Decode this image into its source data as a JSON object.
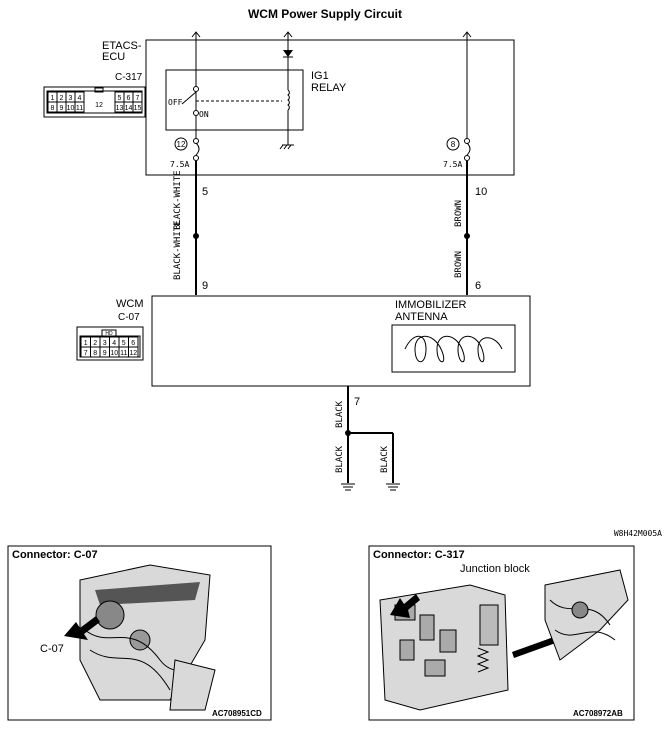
{
  "title": "WCM Power Supply Circuit",
  "etacs": {
    "name_line1": "ETACS-",
    "name_line2": "ECU",
    "connector": "C-317",
    "pins_row1": [
      "1",
      "2",
      "3",
      "4",
      "",
      "5",
      "6",
      "7"
    ],
    "pins_row2": [
      "8",
      "9",
      "10",
      "11",
      "12",
      "13",
      "14",
      "15"
    ]
  },
  "relay": {
    "line1": "IG1",
    "line2": "RELAY",
    "off": "OFF",
    "on": "ON"
  },
  "fuses": [
    {
      "no": "12",
      "rating": "7.5A"
    },
    {
      "no": "8",
      "rating": "7.5A"
    }
  ],
  "terminals": {
    "t5": "5",
    "t10": "10",
    "t9": "9",
    "t6": "6",
    "t7": "7"
  },
  "wires": {
    "left_upper": "BLACK-WHITE",
    "left_lower": "BLACK-WHITE",
    "right_upper": "BROWN",
    "right_lower": "BROWN",
    "black_upper": "BLACK",
    "black_left": "BLACK",
    "black_right": "BLACK"
  },
  "wcm": {
    "name": "WCM",
    "connector": "C-07",
    "hd": "HD",
    "pins_row1": [
      "1",
      "2",
      "3",
      "4",
      "5",
      "6"
    ],
    "pins_row2": [
      "7",
      "8",
      "9",
      "10",
      "11",
      "12"
    ],
    "antenna_line1": "IMMOBILIZER",
    "antenna_line2": "ANTENNA"
  },
  "figure_code": "W8H42M005A",
  "photo_left": {
    "title": "Connector: C-07",
    "callout": "C-07",
    "code": "AC708951CD"
  },
  "photo_right": {
    "title": "Connector: C-317",
    "label": "Junction block",
    "code": "AC708972AB"
  }
}
